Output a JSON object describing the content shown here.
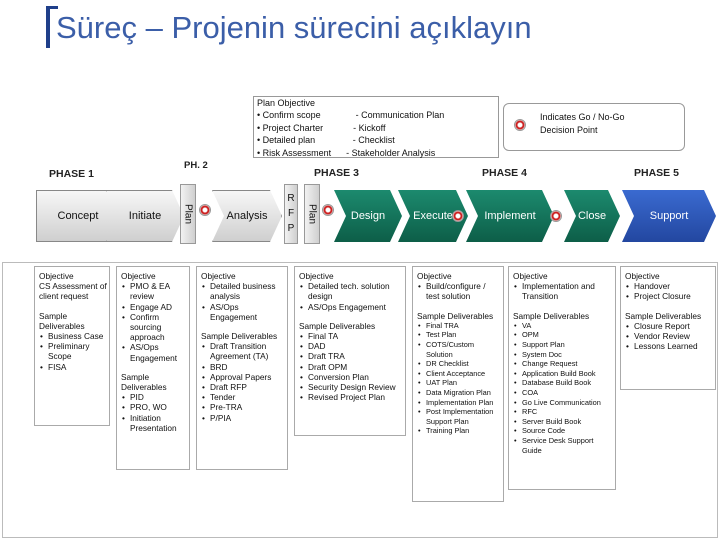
{
  "title": "Süreç – Projenin sürecini açıklayın",
  "plan_objective": "Plan Objective\n• Confirm scope              - Communication Plan\n• Project Charter            - Kickoff\n• Detailed plan               - Checklist\n• Risk Assessment      - Stakeholder Analysis",
  "legend": "Indicates Go / No-Go Decision Point",
  "phases": {
    "p1": "PHASE 1",
    "p2": "PH. 2",
    "p3": "PHASE 3",
    "p4": "PHASE 4",
    "p5": "PHASE 5"
  },
  "steps": {
    "concept": "Concept",
    "initiate": "Initiate",
    "plan1": "Plan",
    "analysis": "Analysis",
    "rfp": [
      "R",
      "F",
      "P"
    ],
    "plan2": "Plan",
    "design": "Design",
    "execute": "Execute",
    "implement": "Implement",
    "close": "Close",
    "support": "Support"
  },
  "colors": {
    "title": "#3b5ea8",
    "green": "#1c8a6e",
    "blue": "#2a55b8",
    "gate": "#cc1f1f"
  },
  "concept_box": {
    "obj_head": "Objective",
    "obj_items": [
      "CS Assessment of client request"
    ],
    "del_head": "Sample Deliverables",
    "del_items": [
      "Business Case",
      "Preliminary Scope",
      "FISA"
    ]
  },
  "initiate_box": {
    "obj_head": "Objective",
    "obj_items": [
      "PMO & EA review",
      "Engage AD",
      "Confirm sourcing approach",
      "AS/Ops Engagement"
    ],
    "del_head": "Sample Deliverables",
    "del_items": [
      "PID",
      "PRO, WO",
      "Initiation Presentation"
    ]
  },
  "analysis_box": {
    "obj_head": "Objective",
    "obj_items": [
      "Detailed business analysis",
      "AS/Ops Engagement"
    ],
    "del_head": "Sample Deliverables",
    "del_items": [
      "Draft Transition Agreement (TA)",
      "BRD",
      "Approval Papers",
      "Draft RFP",
      "Tender",
      "Pre-TRA",
      "P/PIA"
    ]
  },
  "design_box": {
    "obj_head": "Objective",
    "obj_items": [
      "Detailed tech. solution design",
      "AS/Ops Engagement"
    ],
    "del_head": "Sample Deliverables",
    "del_items": [
      "Final TA",
      "DAD",
      "Draft TRA",
      "Draft OPM",
      "Conversion Plan",
      "Security Design Review",
      "Revised Project Plan"
    ]
  },
  "execute_box": {
    "obj_head": "Objective",
    "obj_items": [
      "Build/configure / test solution"
    ],
    "del_head": "Sample Deliverables",
    "del_items": [
      "Final TRA",
      "Test Plan",
      "COTS/Custom Solution",
      "DR Checklist",
      "Client Acceptance",
      "UAT Plan",
      "Data Migration Plan",
      "Implementation Plan",
      "Post Implementation Support Plan",
      "Training Plan"
    ]
  },
  "implement_box": {
    "obj_head": "Objective",
    "obj_items": [
      "Implementation and Transition"
    ],
    "del_head": "Sample Deliverables",
    "del_items": [
      "VA",
      "OPM",
      "Support Plan",
      "System Doc",
      "Change Request",
      "Application Build Book",
      "Database Build Book",
      "COA",
      "Go Live Communication",
      "RFC",
      "Server Build Book",
      "Source Code",
      "Service Desk Support Guide"
    ]
  },
  "support_box": {
    "obj_head": "Objective",
    "obj_items": [
      "Handover",
      "Project Closure"
    ],
    "del_head": "Sample Deliverables",
    "del_items": [
      "Closure Report",
      "Vendor Review",
      "Lessons Learned"
    ]
  }
}
